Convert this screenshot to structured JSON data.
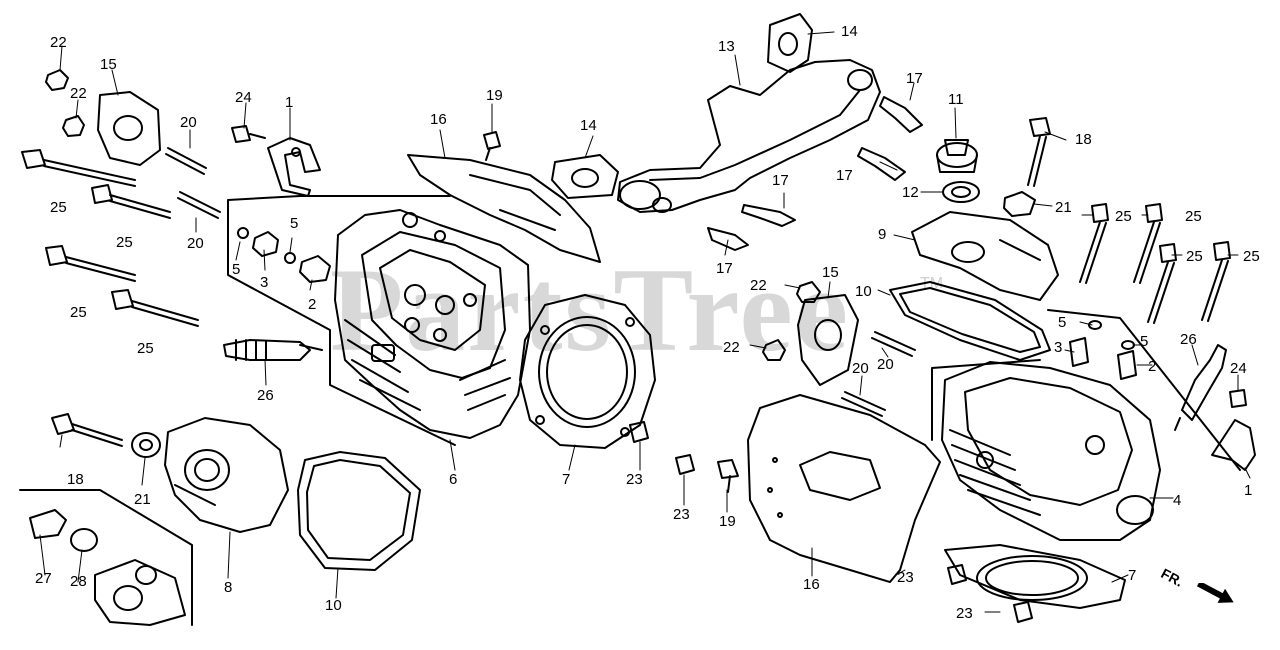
{
  "watermark": {
    "text": "PartsTree",
    "tm": "TM"
  },
  "direction_label": "FR.",
  "callouts": {
    "c1_left": "1",
    "c1_right": "1",
    "c2_left": "2",
    "c2_right": "2",
    "c3_left": "3",
    "c3_right": "3",
    "c4": "4",
    "c5_left_a": "5",
    "c5_left_b": "5",
    "c5_right_a": "5",
    "c5_right_b": "5",
    "c6": "6",
    "c7_left": "7",
    "c7_right": "7",
    "c8": "8",
    "c9": "9",
    "c10_left": "10",
    "c10_right": "10",
    "c11": "11",
    "c12": "12",
    "c13": "13",
    "c14_top": "14",
    "c14_mid": "14",
    "c15_left": "15",
    "c15_mid": "15",
    "c16_left": "16",
    "c16_right": "16",
    "c17_a": "17",
    "c17_b": "17",
    "c17_c": "17",
    "c17_d": "17",
    "c18_left": "18",
    "c18_right": "18",
    "c19_top": "19",
    "c19_bottom": "19",
    "c20_a": "20",
    "c20_b": "20",
    "c20_c": "20",
    "c20_d": "20",
    "c21_left": "21",
    "c21_right": "21",
    "c22_a": "22",
    "c22_b": "22",
    "c22_c": "22",
    "c22_d": "22",
    "c23_a": "23",
    "c23_b": "23",
    "c23_c": "23",
    "c23_d": "23",
    "c24_left": "24",
    "c24_right": "24",
    "c25_a": "25",
    "c25_b": "25",
    "c25_c": "25",
    "c25_d": "25",
    "c25_e": "25",
    "c25_f": "25",
    "c25_g": "25",
    "c25_h": "25",
    "c26_left": "26",
    "c26_right": "26",
    "c27": "27",
    "c28": "28"
  }
}
